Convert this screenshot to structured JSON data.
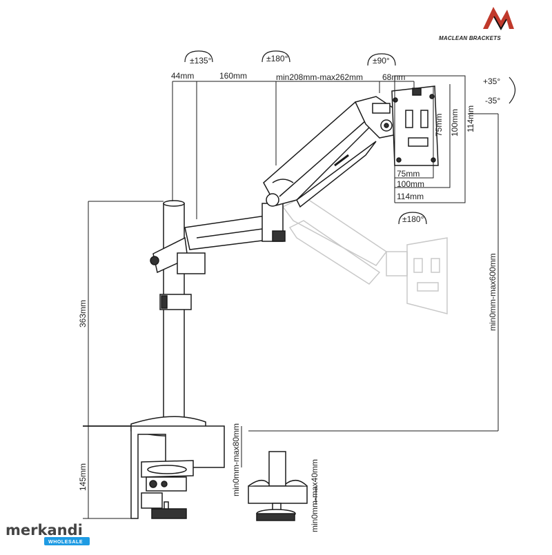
{
  "brand": {
    "logo_text": "MACLEAN BRACKETS"
  },
  "watermark": {
    "name": "merkandi",
    "tag": "WHOLESALE",
    "tag_color": "#1e9be3"
  },
  "rotations": {
    "r135": "±135°",
    "r180_top": "±180°",
    "r90": "±90°",
    "r180_bottom": "±180°",
    "tilt_up": "+35°",
    "tilt_down": "-35°"
  },
  "dimensions": {
    "d44": "44mm",
    "d160": "160mm",
    "reach": "min208mm-max262mm",
    "d68": "68mm",
    "v75": "75mm",
    "v100": "100mm",
    "v114": "114mm",
    "h75": "75mm",
    "h100": "100mm",
    "h114": "114mm",
    "height363": "363mm",
    "height145": "145mm",
    "range600": "min0mm-max600mm",
    "clamp80": "min0mm-max80mm",
    "grommet40": "min0mm-max40mm"
  },
  "colors": {
    "line": "#1a1a1a",
    "ghost": "#c8c8c8"
  }
}
